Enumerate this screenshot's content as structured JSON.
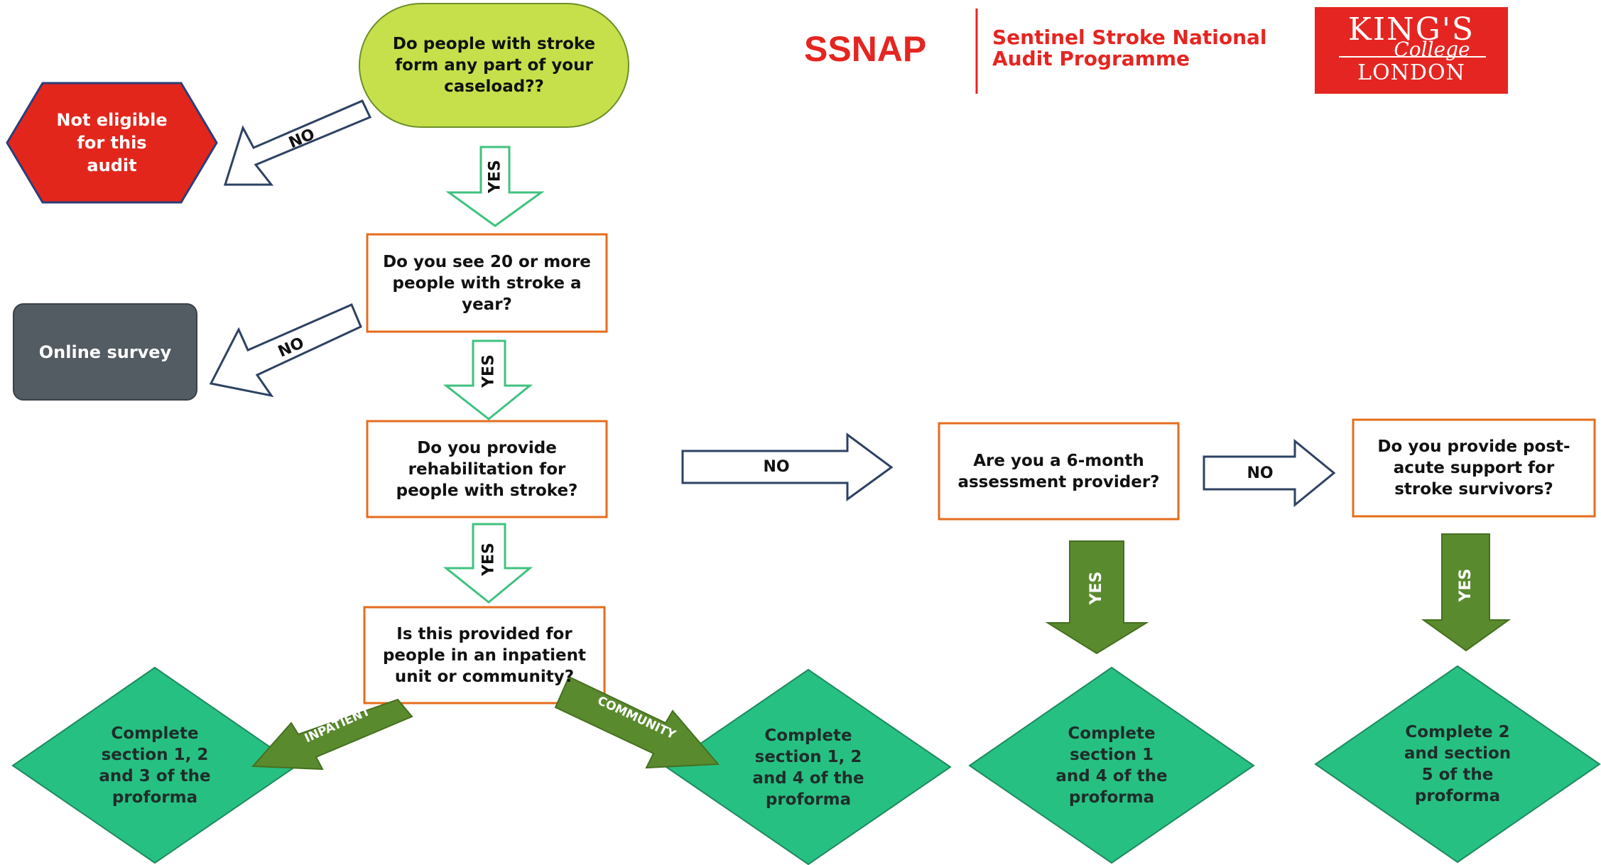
{
  "q_stroke_caseload": "Do people with stroke\nform any part of your\ncaseload??",
  "not_eligible": "Not eligible\nfor this\naudit",
  "q_twenty_per_year": "Do you see 20 or more\npeople with stroke a\nyear?",
  "online_survey": "Online survey",
  "q_rehabilitation": "Do you provide\nrehabilitation for\npeople with stroke?",
  "q_inpatient_or_community": "Is this provided for\npeople in an inpatient\nunit or community?",
  "q_six_month": "Are you a 6-month\nassessment provider?",
  "q_post_acute": "Do you provide post-\nacute support for\nstroke survivors?",
  "outcome_inpatient": "Complete\nsection 1, 2\nand 3 of the\nproforma",
  "outcome_community": "Complete\nsection 1, 2\nand 4 of the\nproforma",
  "outcome_six_month": "Complete\nsection 1\nand 4 of the\nproforma",
  "outcome_post_acute": "Complete 2\nand section\n5 of the\nproforma",
  "labels": {
    "no": "NO",
    "yes": "YES",
    "inpatient": "INPATIENT",
    "community": "COMMUNITY"
  },
  "header": {
    "ssnap": "SSNAP",
    "programme_line1": "Sentinel Stroke National",
    "programme_line2": "Audit Programme",
    "kings_line1": "KING'S",
    "kings_line2": "College",
    "kings_line3": "LONDON"
  },
  "colors": {
    "start_fill": "#c5e04a",
    "stop_fill": "#e3261c",
    "survey_fill": "#535b63",
    "question_border": "#e56c1e",
    "outcome_fill": "#27c083",
    "yes_outline": "#3fc27f",
    "yes_solid": "#5a8a2e",
    "brand_red": "#e52521"
  }
}
